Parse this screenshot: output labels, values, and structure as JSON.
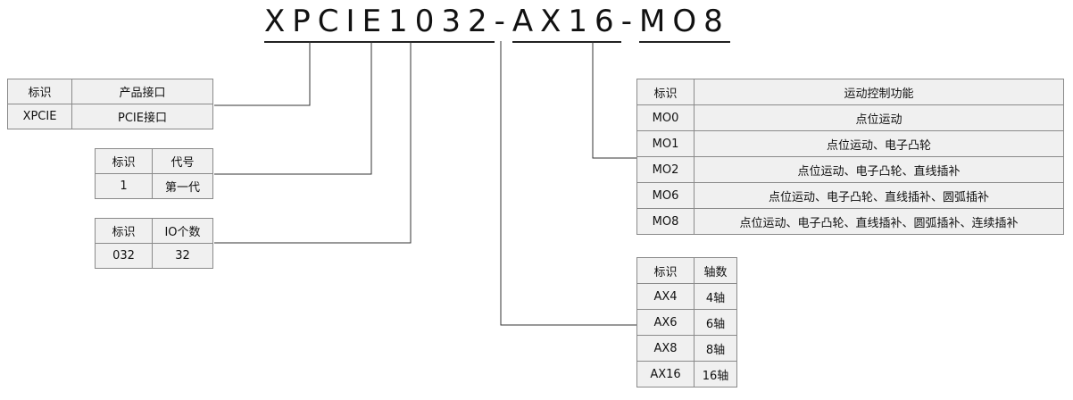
{
  "model_code": {
    "segments": [
      "XPCIE",
      "1",
      "032",
      "AX16",
      "MO8"
    ],
    "separators": [
      "",
      "",
      "-",
      "-"
    ]
  },
  "interface_table": {
    "headers": [
      "标识",
      "产品接口"
    ],
    "rows": [
      [
        "XPCIE",
        "PCIE接口"
      ]
    ]
  },
  "generation_table": {
    "headers": [
      "标识",
      "代号"
    ],
    "rows": [
      [
        "1",
        "第一代"
      ]
    ]
  },
  "io_table": {
    "headers": [
      "标识",
      "IO个数"
    ],
    "rows": [
      [
        "032",
        "32"
      ]
    ]
  },
  "motion_table": {
    "headers": [
      "标识",
      "运动控制功能"
    ],
    "rows": [
      [
        "MO0",
        "点位运动"
      ],
      [
        "MO1",
        "点位运动、电子凸轮"
      ],
      [
        "MO2",
        "点位运动、电子凸轮、直线插补"
      ],
      [
        "MO6",
        "点位运动、电子凸轮、直线插补、圆弧插补"
      ],
      [
        "MO8",
        "点位运动、电子凸轮、直线插补、圆弧插补、连续插补"
      ]
    ]
  },
  "axis_table": {
    "headers": [
      "标识",
      "轴数"
    ],
    "rows": [
      [
        "AX4",
        "4轴"
      ],
      [
        "AX6",
        "6轴"
      ],
      [
        "AX8",
        "8轴"
      ],
      [
        "AX16",
        "16轴"
      ]
    ]
  },
  "colors": {
    "table_fill": "#f0f0f0",
    "table_border": "#8a8a8a",
    "line": "#333333",
    "text": "#111111"
  }
}
